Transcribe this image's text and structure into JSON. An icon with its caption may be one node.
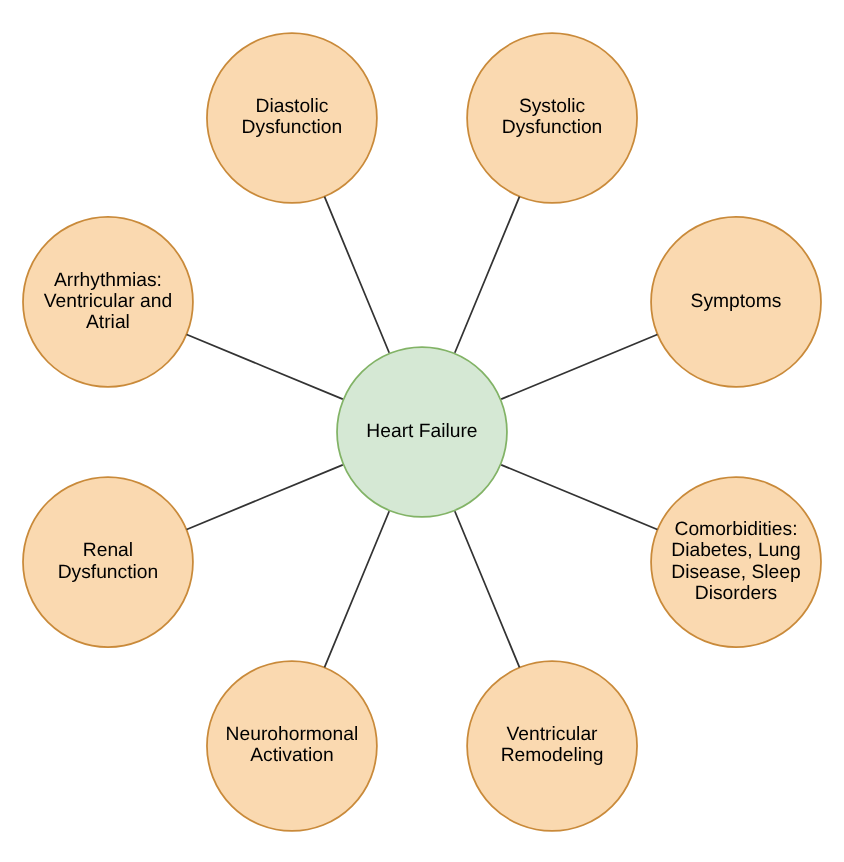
{
  "diagram": {
    "nodes": [
      {
        "text": [
          "Heart Failure"
        ]
      },
      {
        "text": [
          "Symptoms"
        ]
      },
      {
        "text": [
          "Systolic Dysfunction"
        ]
      },
      {
        "text": [
          "Diastolic Dysfunction"
        ]
      },
      {
        "text": [
          "Arrhythmias: Ventricular and Atrial"
        ]
      },
      {
        "text": [
          "Renal Dysfunction"
        ]
      },
      {
        "text": [
          "Neurohormonal Activation"
        ]
      },
      {
        "text": [
          "Ventricular Remodeling"
        ]
      },
      {
        "text": [
          "Comorbidities: Diabetes, Lung Disease, Sleep Disorders"
        ]
      }
    ],
    "edges": [
      {
        "from": 0,
        "to": 1,
        "arrow": "none"
      },
      {
        "from": 0,
        "to": 2,
        "arrow": "none"
      },
      {
        "from": 0,
        "to": 3,
        "arrow": "none"
      },
      {
        "from": 0,
        "to": 4,
        "arrow": "none"
      },
      {
        "from": 0,
        "to": 5,
        "arrow": "none"
      },
      {
        "from": 0,
        "to": 6,
        "arrow": "none"
      },
      {
        "from": 0,
        "to": 7,
        "arrow": "none"
      },
      {
        "from": 0,
        "to": 8,
        "arrow": "none"
      }
    ]
  }
}
